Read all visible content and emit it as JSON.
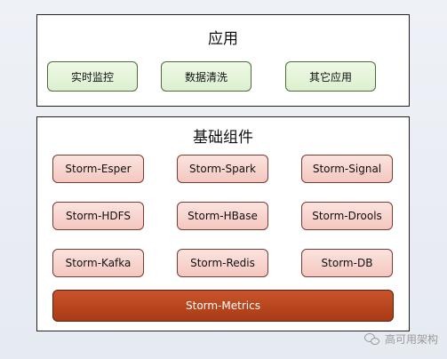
{
  "app_layer": {
    "title": "应用",
    "items": [
      "实时监控",
      "数据清洗",
      "其它应用"
    ]
  },
  "component_layer": {
    "title": "基础组件",
    "rows": [
      [
        "Storm-Esper",
        "Storm-Spark",
        "Storm-Signal"
      ],
      [
        "Storm-HDFS",
        "Storm-HBase",
        "Storm-Drools"
      ],
      [
        "Storm-Kafka",
        "Storm-Redis",
        "Storm-DB"
      ]
    ],
    "metrics": "Storm-Metrics"
  },
  "watermark": {
    "text": "高可用架构",
    "icon": "wechat-icon"
  },
  "colors": {
    "app_box_fill": "#dcf0cf",
    "component_box_fill": "#f4c7bf",
    "metrics_fill": "#b34520"
  }
}
